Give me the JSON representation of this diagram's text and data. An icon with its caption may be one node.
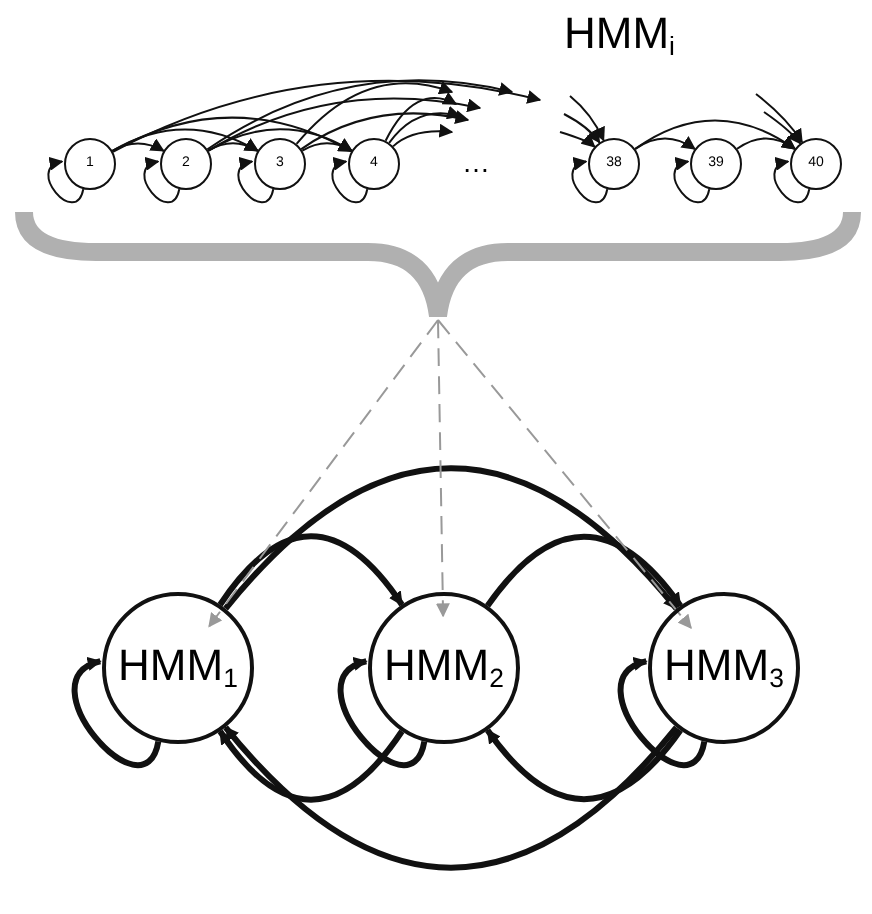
{
  "diagram": {
    "nodes": [
      {
        "text": [
          "1"
        ]
      },
      {
        "text": [
          "2"
        ]
      },
      {
        "text": [
          "3"
        ]
      },
      {
        "text": [
          "4"
        ]
      },
      {
        "text": [
          "38"
        ]
      },
      {
        "text": [
          "39"
        ]
      },
      {
        "text": [
          "40"
        ]
      },
      {
        "text": [],
        "shape": "brace"
      },
      {
        "text": [
          "HMM$_{1}$"
        ]
      },
      {
        "text": [
          "HMM$_{2}$"
        ]
      },
      {
        "text": [
          "HMM$_{3}$"
        ]
      }
    ],
    "edges": [
      {
        "from": 0,
        "to": 0,
        "arrow": "to"
      },
      {
        "from": 1,
        "to": 1,
        "arrow": "to"
      },
      {
        "from": 2,
        "to": 2,
        "arrow": "to"
      },
      {
        "from": 3,
        "to": 3,
        "arrow": "to"
      },
      {
        "from": 4,
        "to": 4,
        "arrow": "to"
      },
      {
        "from": 5,
        "to": 5,
        "arrow": "to"
      },
      {
        "from": 6,
        "to": 6,
        "arrow": "to"
      },
      {
        "from": 0,
        "to": 1,
        "arrow": "to"
      },
      {
        "from": 0,
        "to": 2,
        "arrow": "to"
      },
      {
        "from": 0,
        "to": 3,
        "arrow": "to"
      },
      {
        "from": 0,
        "to": null,
        "arrow": "to"
      },
      {
        "from": 1,
        "to": 2,
        "arrow": "to"
      },
      {
        "from": 1,
        "to": 3,
        "arrow": "to"
      },
      {
        "from": 1,
        "to": null,
        "arrow": "to"
      },
      {
        "from": 1,
        "to": null,
        "arrow": "to"
      },
      {
        "from": 2,
        "to": 3,
        "arrow": "to"
      },
      {
        "from": 2,
        "to": null,
        "arrow": "to"
      },
      {
        "from": 2,
        "to": null,
        "arrow": "to"
      },
      {
        "from": 3,
        "to": null,
        "arrow": "to"
      },
      {
        "from": 3,
        "to": null,
        "arrow": "to"
      },
      {
        "from": 3,
        "to": null,
        "arrow": "to"
      },
      {
        "from": null,
        "to": 4,
        "arrow": "to"
      },
      {
        "from": null,
        "to": 4,
        "arrow": "to"
      },
      {
        "from": null,
        "to": 4,
        "arrow": "to"
      },
      {
        "from": 4,
        "to": 5,
        "arrow": "to"
      },
      {
        "from": 4,
        "to": 6,
        "arrow": "to"
      },
      {
        "from": 5,
        "to": 6,
        "arrow": "to"
      },
      {
        "from": null,
        "to": 6,
        "arrow": "to"
      },
      {
        "from": null,
        "to": 6,
        "arrow": "to"
      },
      {
        "from": 7,
        "to": 8,
        "arrow": "to",
        "style": "dashed",
        "color": "#999999"
      },
      {
        "from": 7,
        "to": 9,
        "arrow": "to",
        "style": "dashed",
        "color": "#999999"
      },
      {
        "from": 7,
        "to": 10,
        "arrow": "to",
        "style": "dashed",
        "color": "#999999"
      },
      {
        "from": 8,
        "to": 8,
        "arrow": "to",
        "style": "thick"
      },
      {
        "from": 9,
        "to": 9,
        "arrow": "to",
        "style": "thick"
      },
      {
        "from": 10,
        "to": 10,
        "arrow": "to",
        "style": "thick"
      },
      {
        "from": 8,
        "to": 9,
        "arrow": "to",
        "style": "thick"
      },
      {
        "from": 9,
        "to": 10,
        "arrow": "to",
        "style": "thick"
      },
      {
        "from": 8,
        "to": 10,
        "arrow": "to",
        "style": "thick"
      },
      {
        "from": 9,
        "to": 8,
        "arrow": "to",
        "style": "thick"
      },
      {
        "from": 10,
        "to": 9,
        "arrow": "to",
        "style": "thick"
      },
      {
        "from": 10,
        "to": 8,
        "arrow": "to",
        "style": "thick"
      }
    ],
    "labels": [
      "HMM$_{i}$",
      "…"
    ]
  }
}
